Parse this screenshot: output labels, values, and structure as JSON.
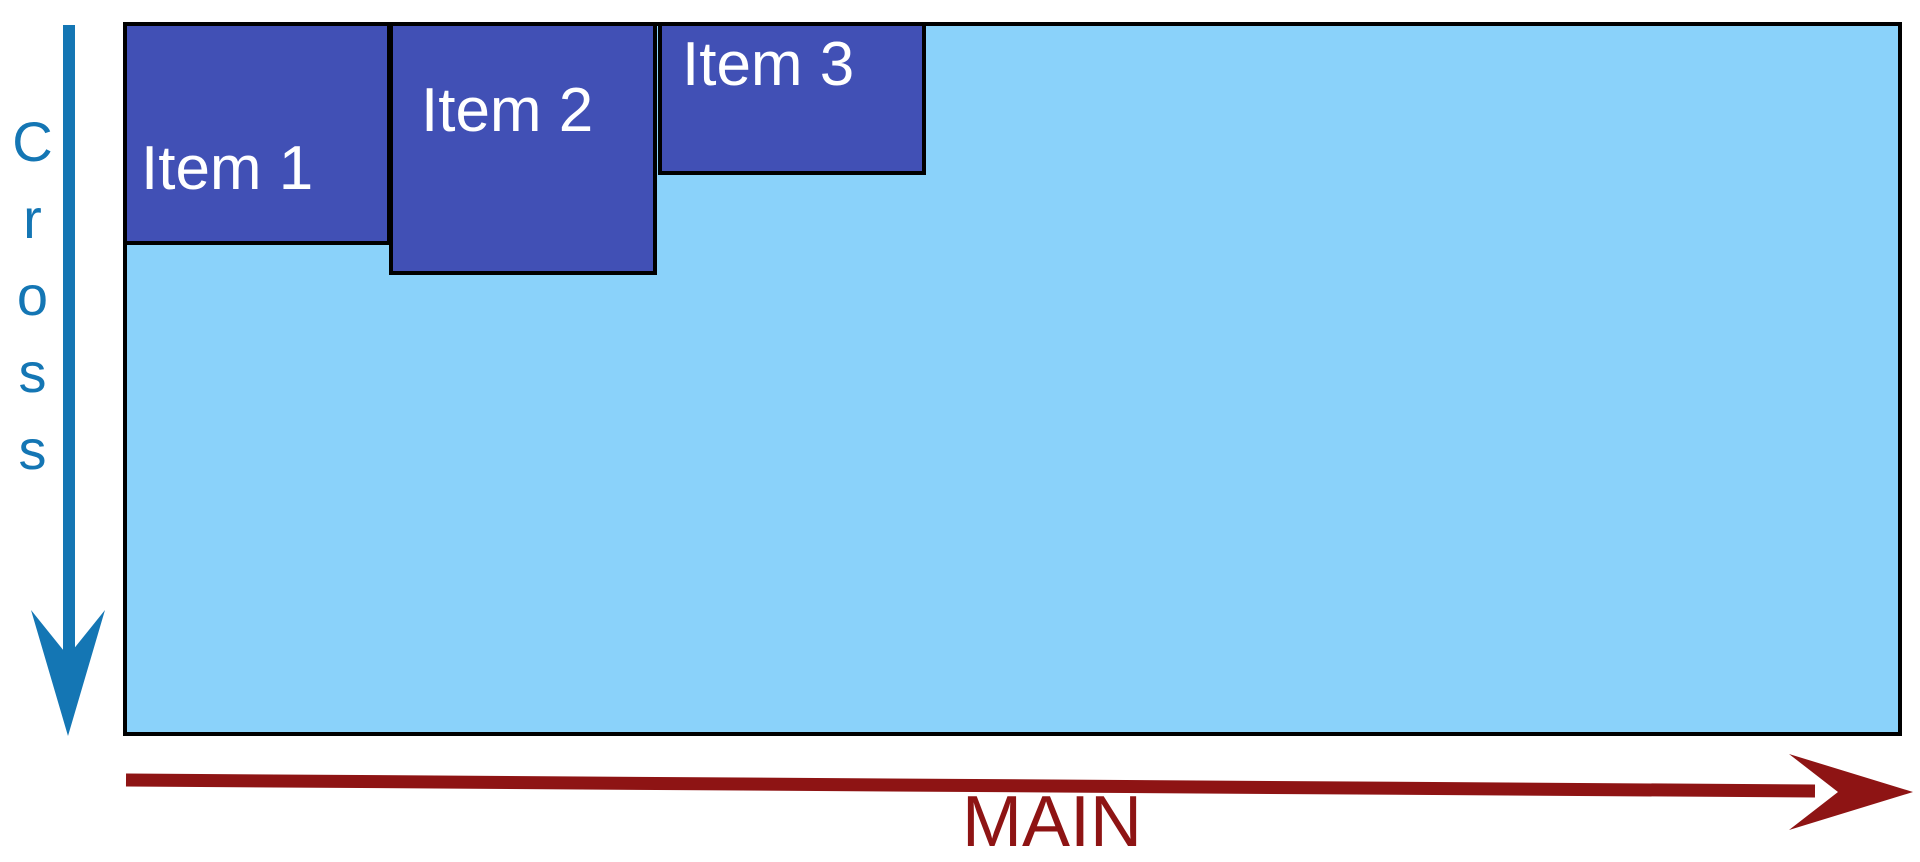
{
  "diagram": {
    "kind": "flexbox-axes-diagram",
    "container": {
      "fill_color": "#8AD2FA",
      "border_color": "#000000"
    },
    "items": [
      {
        "label": "Item 1"
      },
      {
        "label": "Item 2"
      },
      {
        "label": "Item 3"
      }
    ],
    "item_style": {
      "fill_color": "#4150B5",
      "border_color": "#000000",
      "text_color": "#FFFFFF"
    },
    "cross_axis": {
      "label": "Cross",
      "color": "#1476B4",
      "direction": "down",
      "icon": "down-arrow-icon"
    },
    "main_axis": {
      "label": "MAIN",
      "color": "#8E1414",
      "direction": "right",
      "icon": "right-arrow-icon"
    }
  }
}
